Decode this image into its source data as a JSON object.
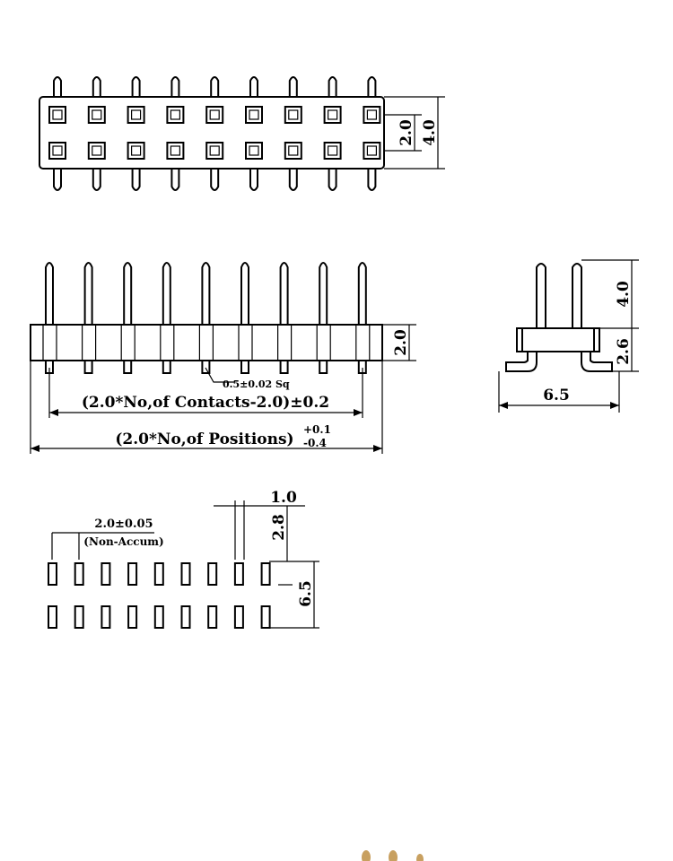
{
  "top_view": {
    "pitch_label": "2.0",
    "height_label": "4.0",
    "pin_count_per_row": 9,
    "rows": 2
  },
  "front_view": {
    "body_height_label": "2.0",
    "pin_size_label": "0.5±0.02 Sq",
    "contacts_formula": "(2.0*No,of Contacts-2.0)±0.2",
    "positions_formula": "(2.0*No,of Positions)",
    "tol_plus": "+0.1",
    "tol_minus": "-0.4"
  },
  "side_view": {
    "pin_height_label": "4.0",
    "body_height_label": "2.6",
    "width_label": "6.5"
  },
  "pcb_layout": {
    "pad_width_label": "1.0",
    "pitch_label": "2.0±0.05",
    "pitch_note": "(Non-Accum)",
    "pad_length_label": "2.8",
    "row_span_label": "6.5",
    "pad_count_per_row": 9
  },
  "colors": {
    "line": "#000000",
    "background": "#ffffff",
    "photo_hint": "#c8a060"
  }
}
